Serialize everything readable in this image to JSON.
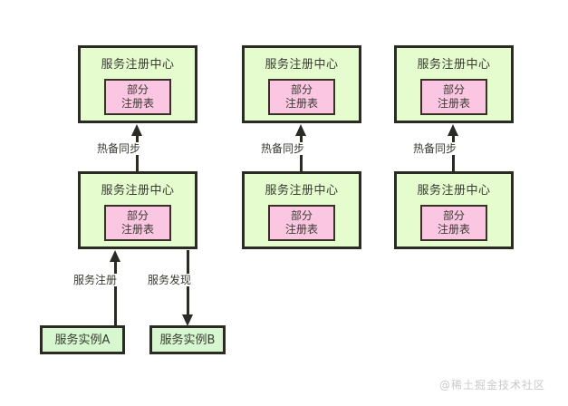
{
  "diagram": {
    "background": "#ffffff",
    "colors": {
      "registry_fill": "#e4fcce",
      "registry_stroke": "#2b2b23",
      "table_fill": "#fbc6e2",
      "table_stroke": "#3a3028",
      "instance_fill": "#d6f7d0",
      "instance_stroke": "#2b2b23",
      "text": "#3a3a32",
      "watermark": "#c9c9c9"
    },
    "registry_nodes": [
      {
        "id": "top-left",
        "title": "服务注册中心",
        "table_line1": "部分",
        "table_line2": "注册表"
      },
      {
        "id": "top-mid",
        "title": "服务注册中心",
        "table_line1": "部分",
        "table_line2": "注册表"
      },
      {
        "id": "top-right",
        "title": "服务注册中心",
        "table_line1": "部分",
        "table_line2": "注册表"
      },
      {
        "id": "bottom-left",
        "title": "服务注册中心",
        "table_line1": "部分",
        "table_line2": "注册表"
      },
      {
        "id": "bottom-mid",
        "title": "服务注册中心",
        "table_line1": "部分",
        "table_line2": "注册表"
      },
      {
        "id": "bottom-right",
        "title": "服务注册中心",
        "table_line1": "部分",
        "table_line2": "注册表"
      }
    ],
    "instances": [
      {
        "id": "instance-a",
        "label": "服务实例A"
      },
      {
        "id": "instance-b",
        "label": "服务实例B"
      }
    ],
    "edges": [
      {
        "id": "sync-left",
        "label": "热备同步",
        "direction": "up"
      },
      {
        "id": "sync-mid",
        "label": "热备同步",
        "direction": "up"
      },
      {
        "id": "sync-right",
        "label": "热备同步",
        "direction": "up"
      },
      {
        "id": "register",
        "label": "服务注册",
        "direction": "up"
      },
      {
        "id": "discover",
        "label": "服务发现",
        "direction": "down"
      }
    ],
    "watermark": "@稀土掘金技术社区"
  }
}
